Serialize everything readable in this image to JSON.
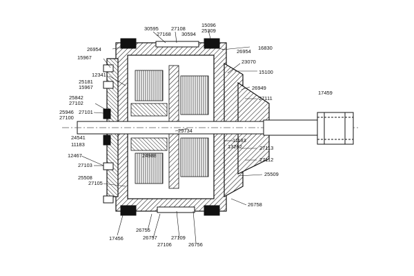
{
  "drawing": {
    "part_numbers": {
      "p30595": "30595",
      "p27108": "27108",
      "p15096": "15096",
      "p25309": "25309",
      "p27168": "27168",
      "p30594": "30594",
      "p26954a": "26954",
      "p26954b": "26954",
      "p16830": "16830",
      "p15967a": "15967",
      "p23070": "23070",
      "p12341": "12341",
      "p15100": "15100",
      "p25181": "25181",
      "p15967b": "15967",
      "p26949": "26949",
      "p17459": "17459",
      "p25842": "25842",
      "p27111": "27111",
      "p27102": "27102",
      "p25946": "25946",
      "p27101": "27101",
      "p27100": "27100",
      "p29734": "29734",
      "p24541": "24541",
      "p11183a": "11183",
      "p11183b": "11183",
      "p13262": "13262",
      "p27113": "27113",
      "p12467": "12467",
      "p24988": "24988",
      "p27112": "27112",
      "p27103": "27103",
      "p25509": "25509",
      "p25508": "25508",
      "p27105": "27105",
      "p26758": "26758",
      "p17456": "17456",
      "p26755": "26755",
      "p26757": "26757",
      "p27109": "27109",
      "p27106": "27106",
      "p26756": "26756"
    }
  }
}
